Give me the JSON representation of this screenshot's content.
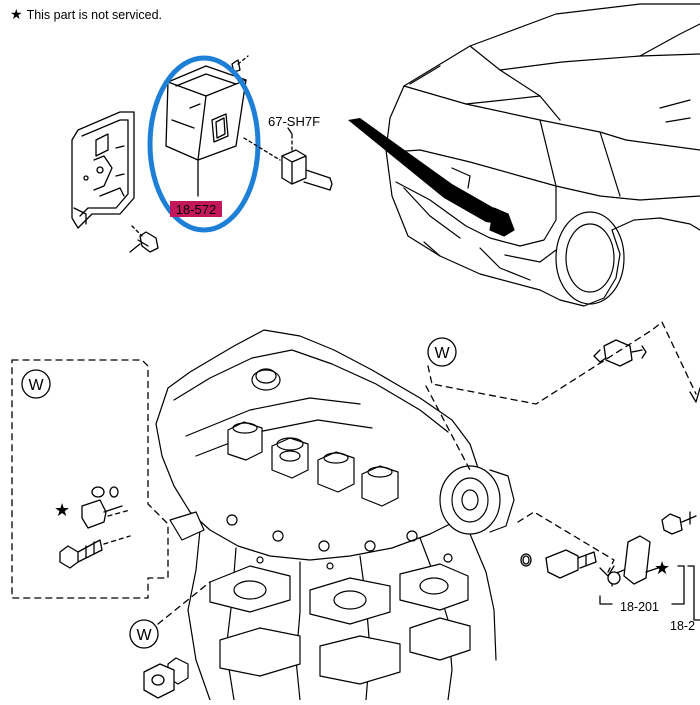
{
  "note": {
    "star": "★",
    "text": "This part is not serviced."
  },
  "callouts": {
    "module_part_number": "18-572",
    "harness_part_number": "67-SH7F",
    "sensor_part_number_1": "18-201",
    "sensor_part_number_2": "18-2"
  },
  "view_markers": {
    "w_label": "W"
  },
  "colors": {
    "highlight_ellipse": "#1e7fd6",
    "part_label_bg": "#c2185b",
    "line": "#000000"
  }
}
